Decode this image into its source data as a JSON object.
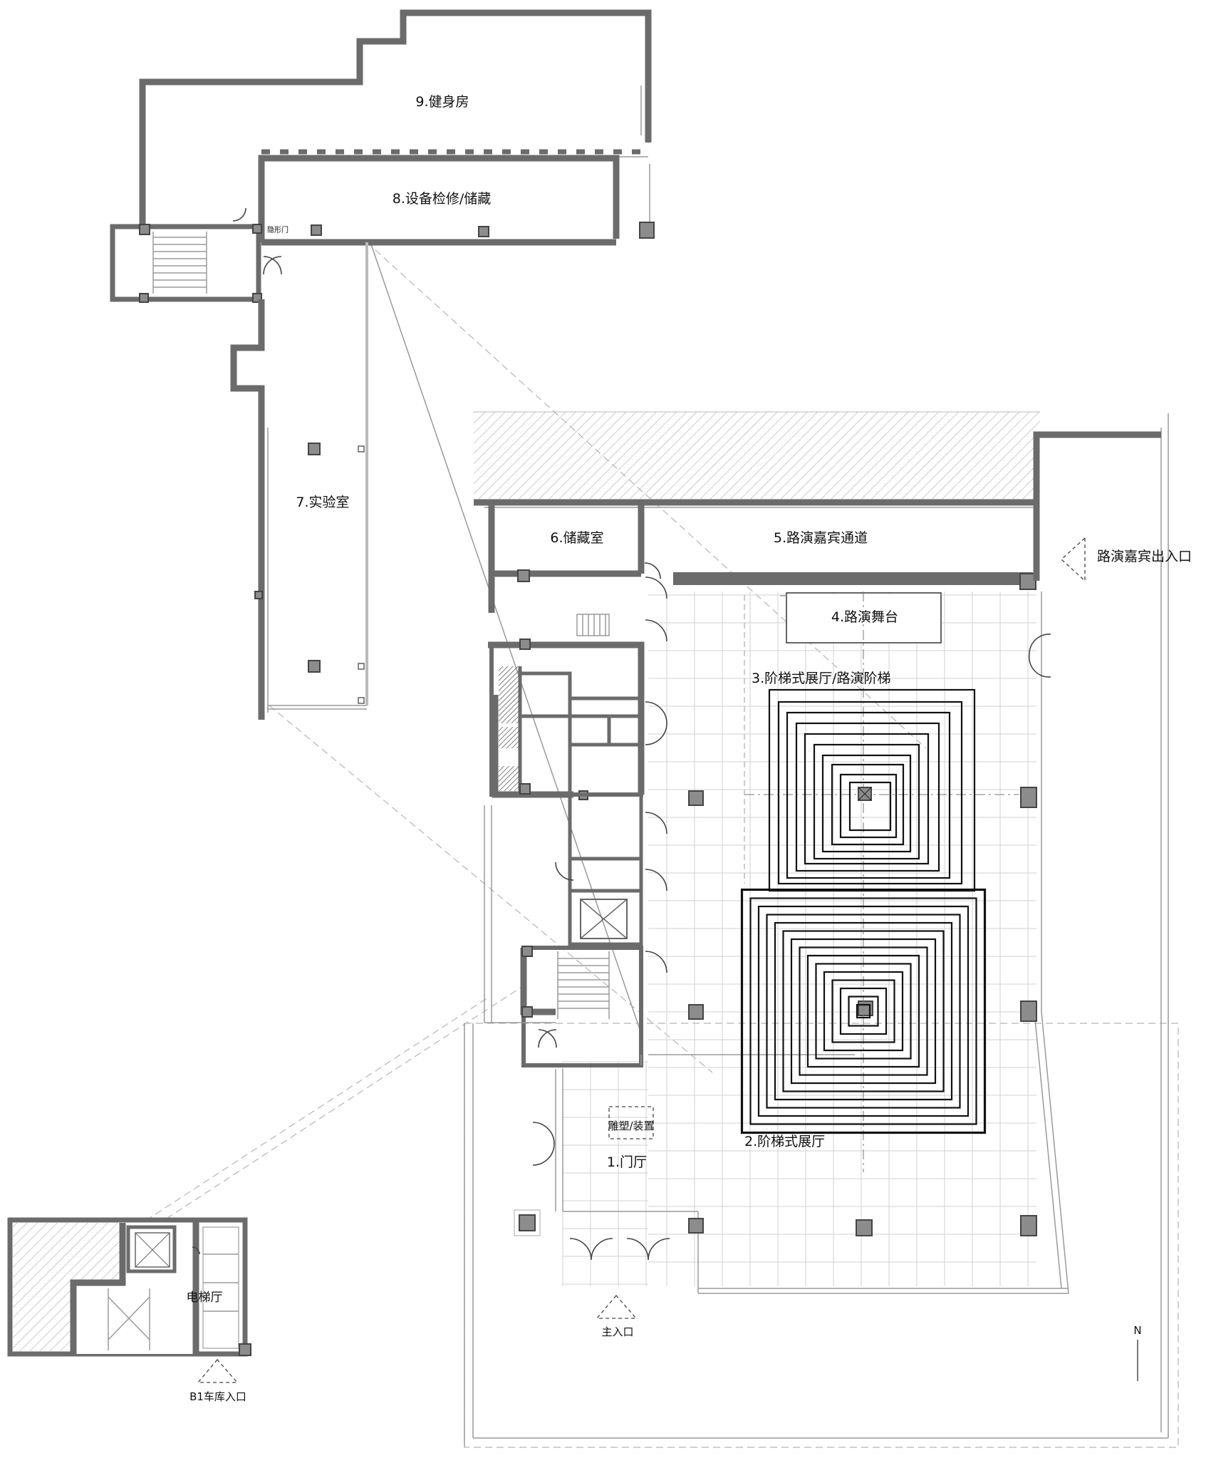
{
  "rooms": {
    "gym": "9.健身房",
    "maintenance": "8.设备检修/储藏",
    "hidden_door": "隐形门",
    "lab": "7.实验室",
    "storage": "6.储藏室",
    "guest_passage": "5.路演嘉宾通道",
    "stage": "4.路演舞台",
    "stair_hall": "3.阶梯式展厅/路演阶梯",
    "step_hall": "2.阶梯式展厅",
    "sculpture": "雕塑/装置",
    "lobby": "1.门厅",
    "elevator_hall": "电梯厅"
  },
  "entrances": {
    "guest_exit": "路演嘉宾出入口",
    "main": "主入口",
    "garage": "B1车库入口"
  },
  "north": "N",
  "colors": {
    "wall": "#6b6b6b",
    "column": "#8c8c8c",
    "step_line": "#111111",
    "grid": "#d2d2d2",
    "hatch": "#aaaaaa"
  },
  "icons": [
    "entrance-triangle-icon",
    "north-arrow-icon",
    "column-icon",
    "door-swing-icon",
    "elevator-x-icon",
    "stair-icon"
  ]
}
